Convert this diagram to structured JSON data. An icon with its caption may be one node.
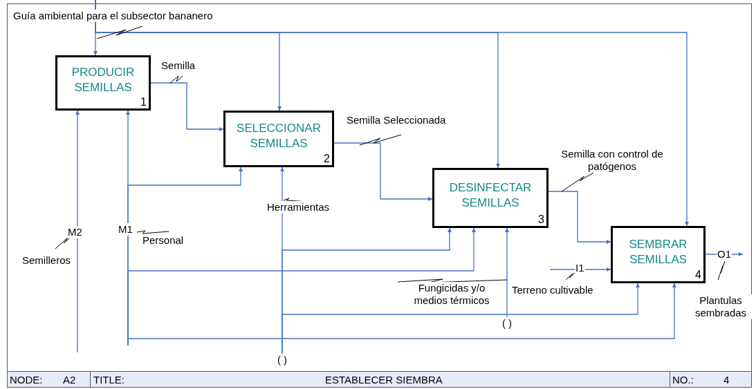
{
  "diagram": {
    "nodes": [
      {
        "text": [
          "PRODUCIR SEMILLAS",
          "1"
        ]
      },
      {
        "text": [
          "SELECCIONAR SEMILLAS",
          "2"
        ]
      },
      {
        "text": [
          "DESINFECTAR SEMILLAS",
          "3"
        ]
      },
      {
        "text": [
          "SEMBRAR SEMILLAS",
          "4"
        ]
      },
      {
        "text": [
          "( )"
        ]
      },
      {
        "text": [
          "( )"
        ]
      }
    ],
    "edges": [
      {
        "from": null,
        "to": 0,
        "arrow": "to",
        "label": "Guía ambiental para el subsector bananero"
      },
      {
        "from": null,
        "to": 1,
        "arrow": "to"
      },
      {
        "from": null,
        "to": 2,
        "arrow": "to"
      },
      {
        "from": null,
        "to": 3,
        "arrow": "to"
      },
      {
        "from": 0,
        "to": 1,
        "arrow": "to",
        "label": "Semilla"
      },
      {
        "from": 1,
        "to": 2,
        "arrow": "to",
        "label": "Semilla Seleccionada"
      },
      {
        "from": 2,
        "to": 3,
        "arrow": "to",
        "label": "Semilla con control de patógenos"
      },
      {
        "from": 3,
        "to": null,
        "arrow": "to",
        "label": "O1"
      },
      {
        "from": null,
        "to": 3,
        "arrow": "to",
        "label": "I1"
      },
      {
        "from": null,
        "to": 0,
        "arrow": "to",
        "label": "M2"
      },
      {
        "from": null,
        "to": 0,
        "arrow": "to",
        "label": "M1"
      },
      {
        "from": null,
        "to": 1,
        "arrow": "to"
      },
      {
        "from": null,
        "to": 2,
        "arrow": "to"
      },
      {
        "from": null,
        "to": 3,
        "arrow": "to"
      },
      {
        "from": 4,
        "to": 1,
        "arrow": "to",
        "label": "Herramientas"
      },
      {
        "from": 4,
        "to": 2,
        "arrow": "to"
      },
      {
        "from": 4,
        "to": 3,
        "arrow": "to"
      },
      {
        "from": 5,
        "to": 2,
        "arrow": "to",
        "label": "Fungicidas y/o medios térmicos"
      }
    ],
    "labels": [
      "Semilleros",
      "Personal",
      "Terreno cultivable",
      "Plantulas sembradas",
      "NODE:",
      "A2",
      "TITLE:",
      "ESTABLECER SIEMBRA",
      "NO.:",
      "4"
    ]
  }
}
